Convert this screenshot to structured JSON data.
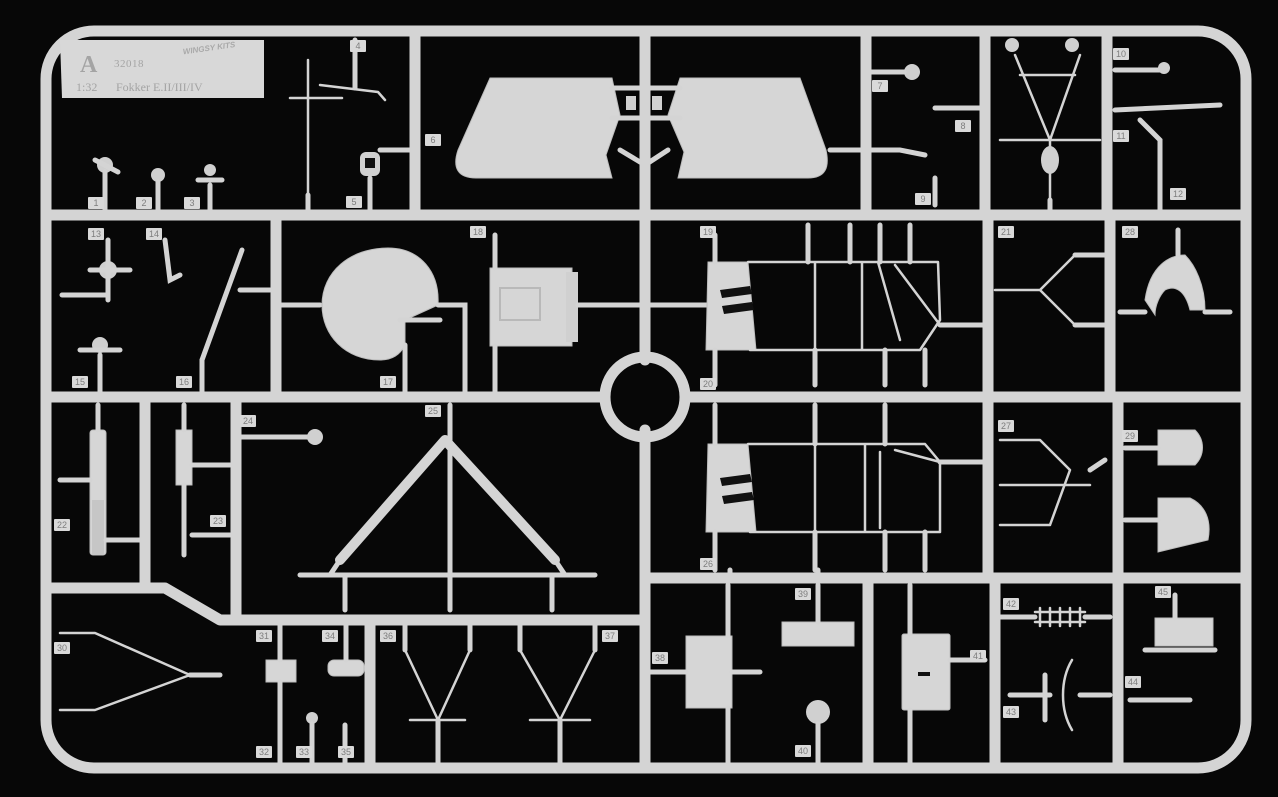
{
  "photo": {
    "subject": "sprue-frame",
    "colors": {
      "background": "#070707",
      "plastic": "#d4d4d4",
      "plastic_shade": "#b5b5b5",
      "label": "#7d7d7d"
    }
  },
  "plate": {
    "letter": "A",
    "code": "32018",
    "scale": "1:32",
    "model": "Fokker E.II/III/IV",
    "brand": "WINGSY KITS"
  },
  "tags": [
    "1",
    "2",
    "3",
    "4",
    "5",
    "6",
    "7",
    "8",
    "9",
    "10",
    "11",
    "12",
    "13",
    "14",
    "15",
    "16",
    "17",
    "18",
    "19",
    "20",
    "21",
    "22",
    "23",
    "24",
    "25",
    "26",
    "27",
    "28",
    "29",
    "30",
    "31",
    "32",
    "33",
    "34",
    "35",
    "36",
    "37",
    "38",
    "39",
    "40",
    "41",
    "42",
    "43",
    "44",
    "45"
  ]
}
